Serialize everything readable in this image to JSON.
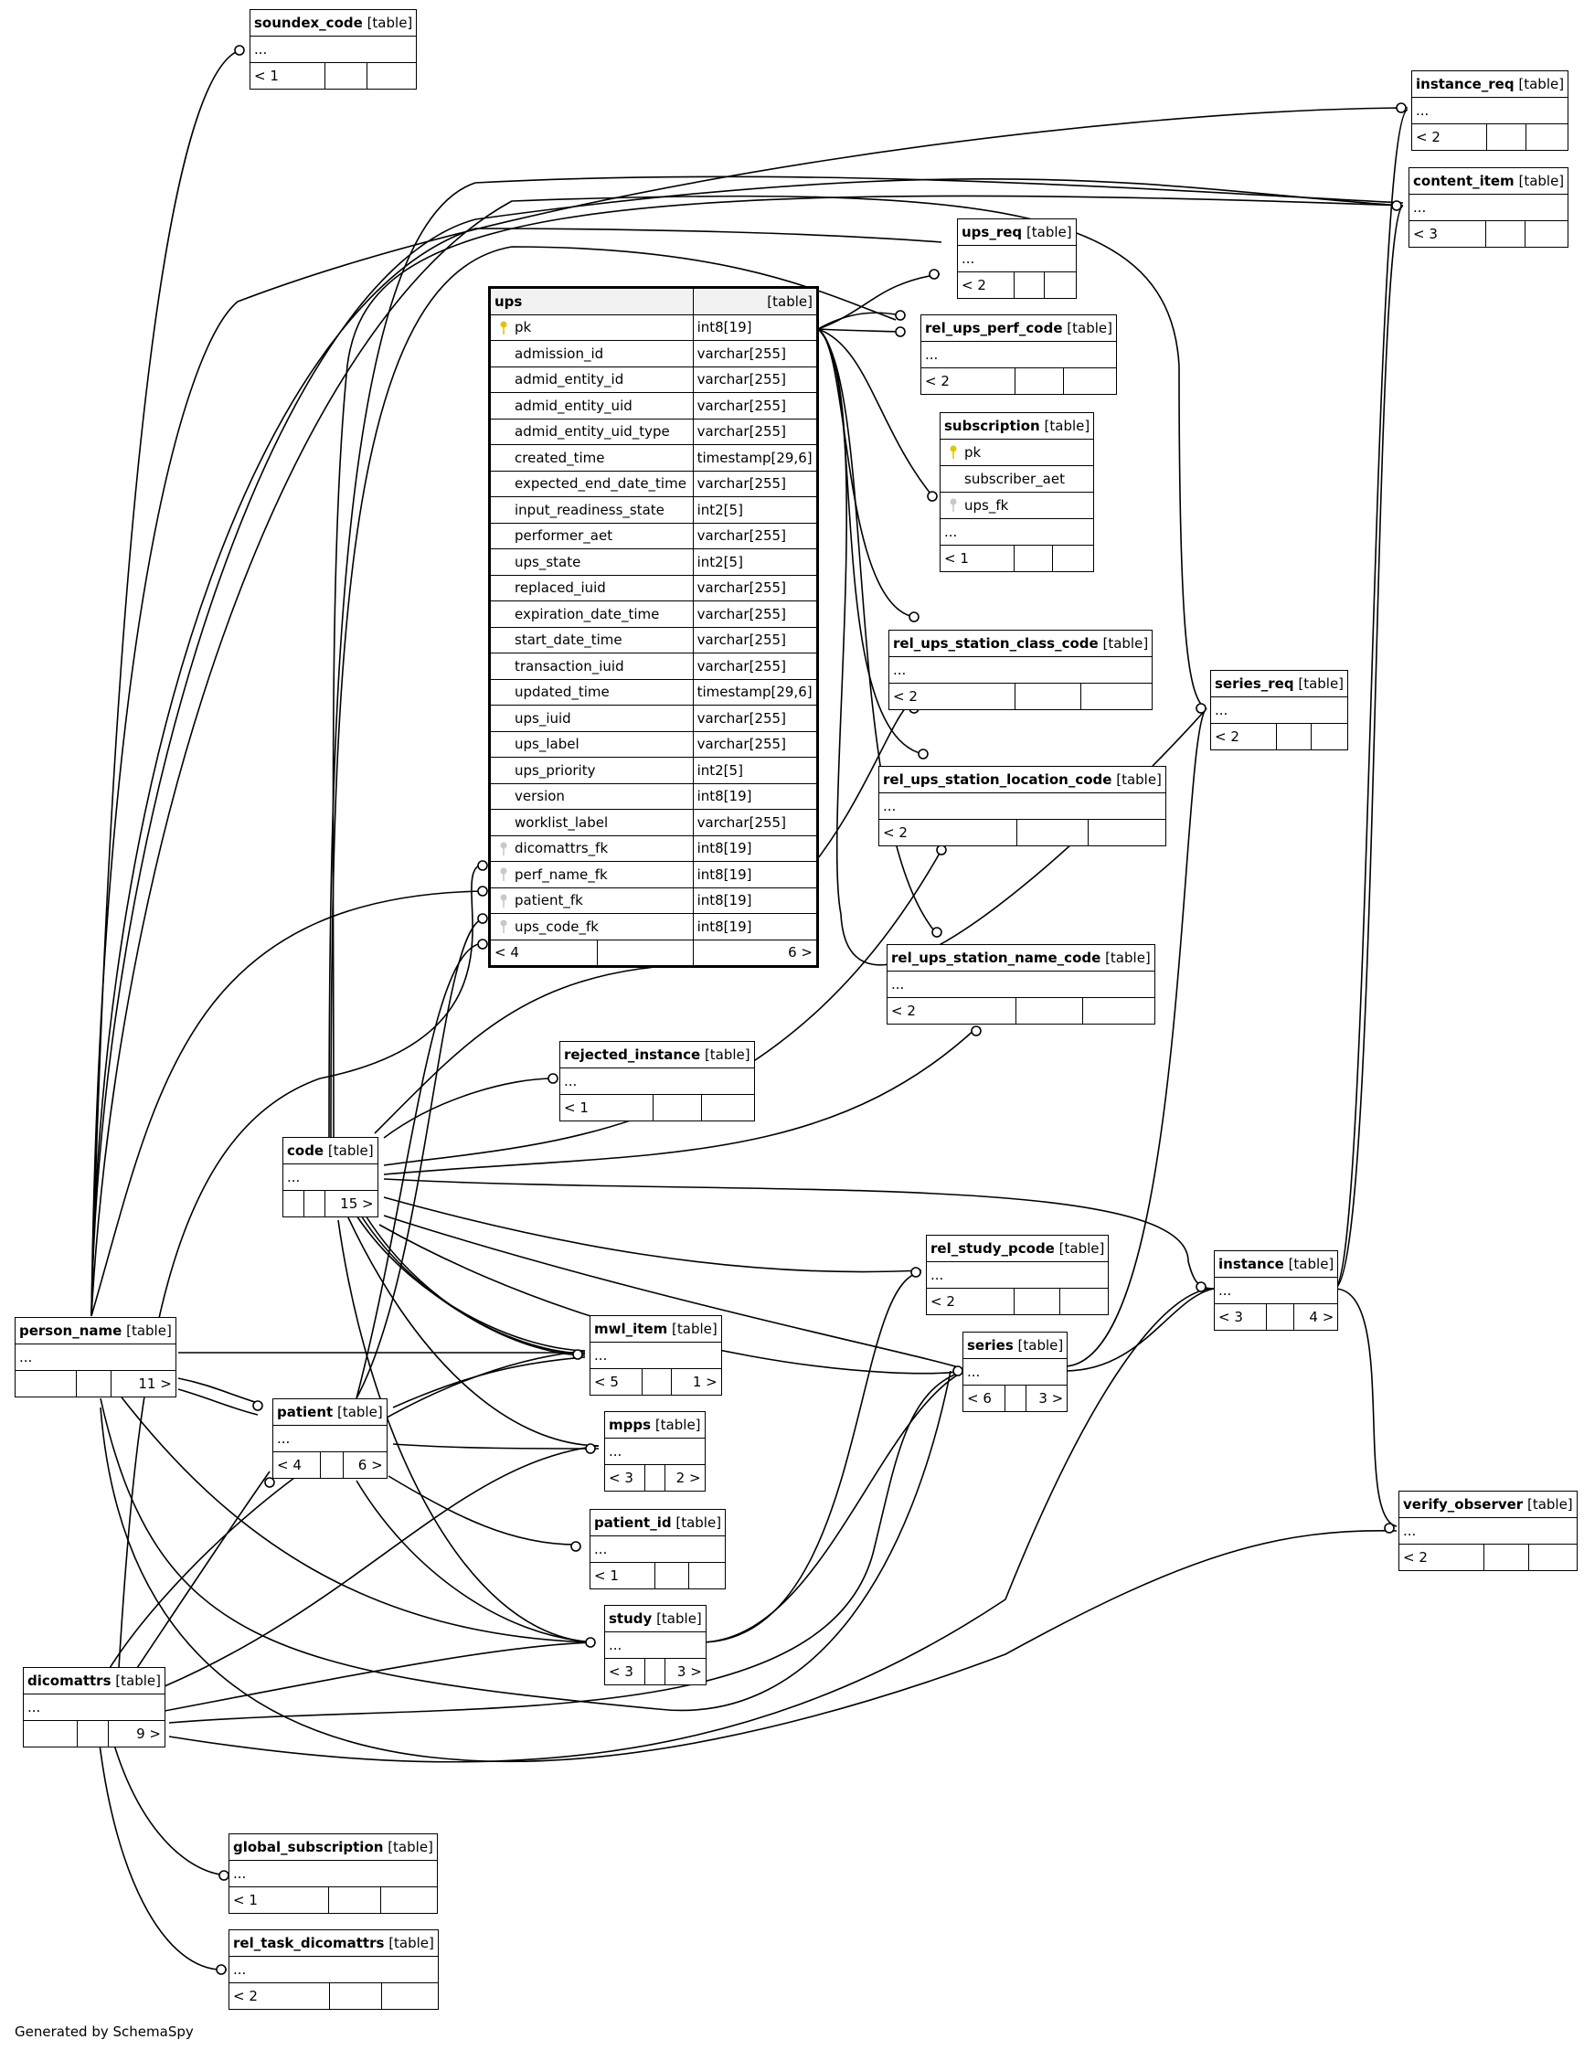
{
  "footer": "Generated by SchemaSpy",
  "tag": "[table]",
  "ellipsis": "...",
  "ups": {
    "name": "ups",
    "tag": "[table]",
    "columns": [
      {
        "name": "pk",
        "type": "int8[19]",
        "key": "pk"
      },
      {
        "name": "admission_id",
        "type": "varchar[255]",
        "key": ""
      },
      {
        "name": "admid_entity_id",
        "type": "varchar[255]",
        "key": ""
      },
      {
        "name": "admid_entity_uid",
        "type": "varchar[255]",
        "key": ""
      },
      {
        "name": "admid_entity_uid_type",
        "type": "varchar[255]",
        "key": ""
      },
      {
        "name": "created_time",
        "type": "timestamp[29,6]",
        "key": ""
      },
      {
        "name": "expected_end_date_time",
        "type": "varchar[255]",
        "key": ""
      },
      {
        "name": "input_readiness_state",
        "type": "int2[5]",
        "key": ""
      },
      {
        "name": "performer_aet",
        "type": "varchar[255]",
        "key": ""
      },
      {
        "name": "ups_state",
        "type": "int2[5]",
        "key": ""
      },
      {
        "name": "replaced_iuid",
        "type": "varchar[255]",
        "key": ""
      },
      {
        "name": "expiration_date_time",
        "type": "varchar[255]",
        "key": ""
      },
      {
        "name": "start_date_time",
        "type": "varchar[255]",
        "key": ""
      },
      {
        "name": "transaction_iuid",
        "type": "varchar[255]",
        "key": ""
      },
      {
        "name": "updated_time",
        "type": "timestamp[29,6]",
        "key": ""
      },
      {
        "name": "ups_iuid",
        "type": "varchar[255]",
        "key": ""
      },
      {
        "name": "ups_label",
        "type": "varchar[255]",
        "key": ""
      },
      {
        "name": "ups_priority",
        "type": "int2[5]",
        "key": ""
      },
      {
        "name": "version",
        "type": "int8[19]",
        "key": ""
      },
      {
        "name": "worklist_label",
        "type": "varchar[255]",
        "key": ""
      },
      {
        "name": "dicomattrs_fk",
        "type": "int8[19]",
        "key": "fk"
      },
      {
        "name": "perf_name_fk",
        "type": "int8[19]",
        "key": "fk"
      },
      {
        "name": "patient_fk",
        "type": "int8[19]",
        "key": "fk"
      },
      {
        "name": "ups_code_fk",
        "type": "int8[19]",
        "key": "fk"
      }
    ],
    "parents": "< 4",
    "children": "6 >"
  },
  "subscription": {
    "name": "subscription",
    "columns": [
      {
        "name": "pk",
        "key": "pk"
      },
      {
        "name": "subscriber_aet",
        "key": ""
      },
      {
        "name": "ups_fk",
        "key": "fk"
      }
    ],
    "parents": "< 1"
  },
  "tables": {
    "soundex_code": {
      "name": "soundex_code",
      "parents": "< 1",
      "children": ""
    },
    "instance_req": {
      "name": "instance_req",
      "parents": "< 2",
      "children": ""
    },
    "content_item": {
      "name": "content_item",
      "parents": "< 3",
      "children": ""
    },
    "ups_req": {
      "name": "ups_req",
      "parents": "< 2",
      "children": ""
    },
    "rel_ups_perf_code": {
      "name": "rel_ups_perf_code",
      "parents": "< 2",
      "children": ""
    },
    "rel_ups_station_class_code": {
      "name": "rel_ups_station_class_code",
      "parents": "< 2",
      "children": ""
    },
    "series_req": {
      "name": "series_req",
      "parents": "< 2",
      "children": ""
    },
    "rel_ups_station_location_code": {
      "name": "rel_ups_station_location_code",
      "parents": "< 2",
      "children": ""
    },
    "rel_ups_station_name_code": {
      "name": "rel_ups_station_name_code",
      "parents": "< 2",
      "children": ""
    },
    "rejected_instance": {
      "name": "rejected_instance",
      "parents": "< 1",
      "children": ""
    },
    "code": {
      "name": "code",
      "parents": "",
      "children": "15 >"
    },
    "rel_study_pcode": {
      "name": "rel_study_pcode",
      "parents": "< 2",
      "children": ""
    },
    "instance": {
      "name": "instance",
      "parents": "< 3",
      "children": "4 >"
    },
    "person_name": {
      "name": "person_name",
      "parents": "",
      "children": "11 >"
    },
    "mwl_item": {
      "name": "mwl_item",
      "parents": "< 5",
      "children": "1 >"
    },
    "series": {
      "name": "series",
      "parents": "< 6",
      "children": "3 >"
    },
    "patient": {
      "name": "patient",
      "parents": "< 4",
      "children": "6 >"
    },
    "mpps": {
      "name": "mpps",
      "parents": "< 3",
      "children": "2 >"
    },
    "patient_id": {
      "name": "patient_id",
      "parents": "< 1",
      "children": ""
    },
    "verify_observer": {
      "name": "verify_observer",
      "parents": "< 2",
      "children": ""
    },
    "study": {
      "name": "study",
      "parents": "< 3",
      "children": "3 >"
    },
    "dicomattrs": {
      "name": "dicomattrs",
      "parents": "",
      "children": "9 >"
    },
    "global_subscription": {
      "name": "global_subscription",
      "parents": "< 1",
      "children": ""
    },
    "rel_task_dicomattrs": {
      "name": "rel_task_dicomattrs",
      "parents": "< 2",
      "children": ""
    }
  }
}
